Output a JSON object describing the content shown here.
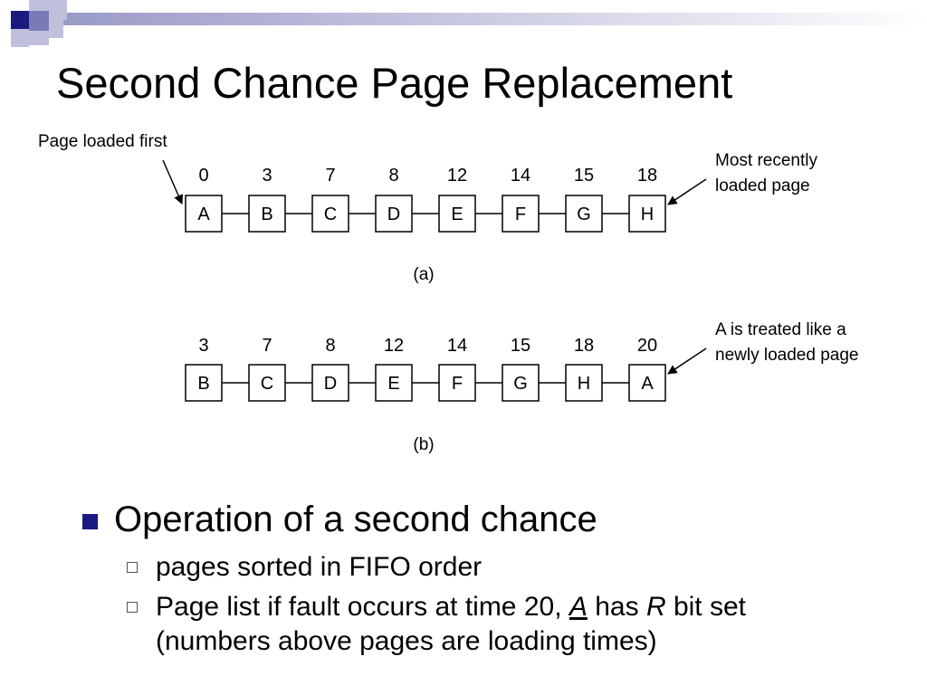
{
  "colors": {
    "accent": "#1a1a80",
    "deco_light": "#c0c0dc",
    "deco_mid": "#7a7ab8"
  },
  "slide": {
    "title": "Second Chance Page Replacement"
  },
  "diagram": {
    "label_first": "Page loaded first",
    "label_recent_1": "Most recently",
    "label_recent_2": "loaded page",
    "label_a_1": "A is treated like a",
    "label_a_2": "newly loaded page",
    "caption_a": "(a)",
    "caption_b": "(b)",
    "row_a": {
      "times": [
        "0",
        "3",
        "7",
        "8",
        "12",
        "14",
        "15",
        "18"
      ],
      "pages": [
        "A",
        "B",
        "C",
        "D",
        "E",
        "F",
        "G",
        "H"
      ]
    },
    "row_b": {
      "times": [
        "3",
        "7",
        "8",
        "12",
        "14",
        "15",
        "18",
        "20"
      ],
      "pages": [
        "B",
        "C",
        "D",
        "E",
        "F",
        "G",
        "H",
        "A"
      ]
    }
  },
  "bullets": {
    "main": "Operation of a second chance",
    "sub1": "pages sorted in FIFO order",
    "sub2": {
      "part1": "Page list if fault occurs at time 20, ",
      "var_a": "A",
      "part2": " has ",
      "var_r": "R",
      "part3": " bit set",
      "line2": "(numbers above pages are loading times)"
    }
  }
}
